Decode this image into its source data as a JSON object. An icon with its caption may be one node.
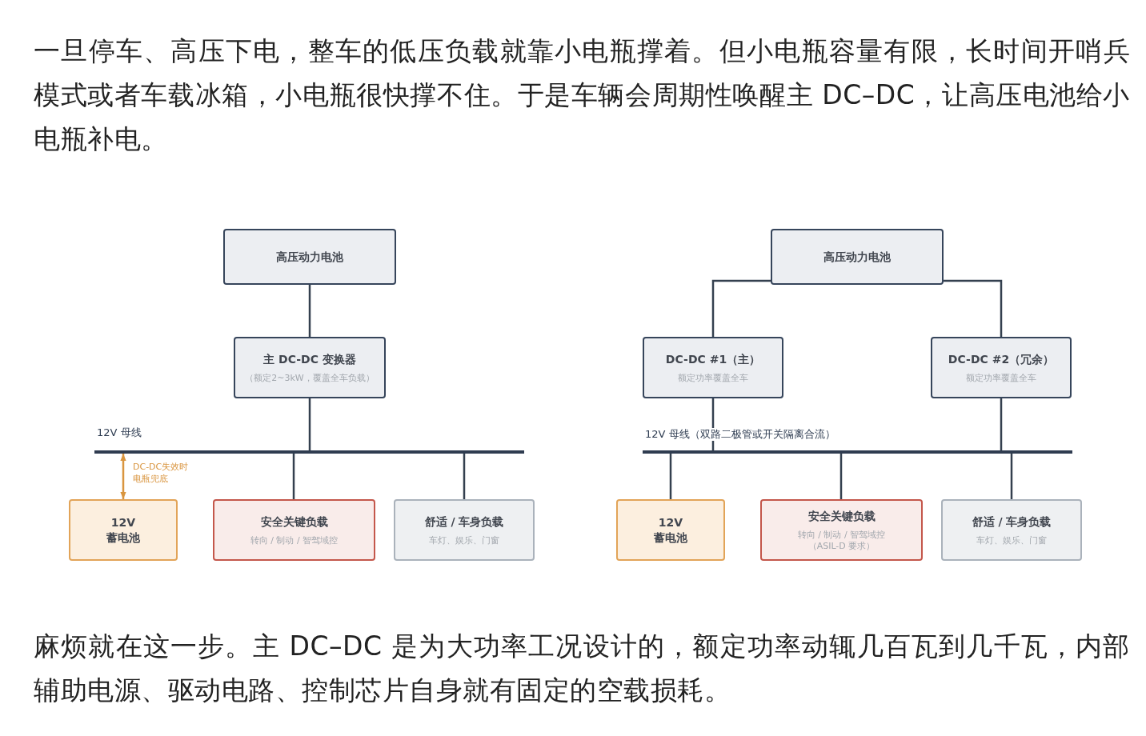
{
  "diagram": {
    "nodes": [
      {
        "text": [
          "高压动力电池"
        ]
      },
      {
        "text": [
          "主 DC-DC 变换器",
          "（额定2~3kW，覆盖全车负载）"
        ]
      },
      {
        "text": [],
        "shape": "bar",
        "beside": [
          "12V 母线"
        ]
      },
      {
        "text": [
          "12V 蓄电池"
        ]
      },
      {
        "text": [
          "安全关键负载",
          "转向 / 制动 / 智驾域控"
        ]
      },
      {
        "text": [
          "舒适 / 车身负载",
          "车灯、娱乐、门窗"
        ]
      },
      {
        "text": [
          "高压动力电池"
        ]
      },
      {
        "text": [
          "DC-DC #1（主）",
          "额定功率覆盖全车"
        ]
      },
      {
        "text": [
          "DC-DC #2（冗余）",
          "额定功率覆盖全车"
        ]
      },
      {
        "text": [],
        "shape": "bar",
        "beside": [
          "12V 母线（双路二极管或开关隔离合流）"
        ]
      },
      {
        "text": [
          "12V 蓄电池"
        ]
      },
      {
        "text": [
          "安全关键负载",
          "转向 / 制动 / 智驾域控",
          "（ASIL-D 要求）"
        ]
      },
      {
        "text": [
          "舒适 / 车身负载",
          "车灯、娱乐、门窗"
        ]
      }
    ],
    "edges": [
      {
        "from": 0,
        "to": 1,
        "arrow": "none"
      },
      {
        "from": 1,
        "to": 2,
        "arrow": "none"
      },
      {
        "from": 2,
        "to": 3,
        "arrow": "both",
        "color": "#d9953f",
        "label": "DC-DC失效时电瓶兜底"
      },
      {
        "from": 2,
        "to": 4,
        "arrow": "none"
      },
      {
        "from": 2,
        "to": 5,
        "arrow": "none"
      },
      {
        "from": 6,
        "to": 7,
        "arrow": "none"
      },
      {
        "from": 6,
        "to": 8,
        "arrow": "none"
      },
      {
        "from": 7,
        "to": 9,
        "arrow": "none"
      },
      {
        "from": 8,
        "to": 9,
        "arrow": "none"
      },
      {
        "from": 9,
        "to": 10,
        "arrow": "none"
      },
      {
        "from": 9,
        "to": 11,
        "arrow": "none"
      },
      {
        "from": 9,
        "to": 12,
        "arrow": "none"
      }
    ],
    "labels": [
      "一旦停车、高压下电，整车的低压负载就靠小电瓶撑着。但小电瓶容量有限，长时间开哨兵模式或者车载冰箱，小电瓶很快撑不住。于是车辆会周期性唤醒主 DC–DC，让高压电池给小电瓶补电。",
      "麻烦就在这一步。主 DC–DC 是为大功率工况设计的，额定功率动辄几百瓦到几千瓦，内部辅助电源、驱动电路、控制芯片自身就有固定的空载损耗。"
    ]
  }
}
